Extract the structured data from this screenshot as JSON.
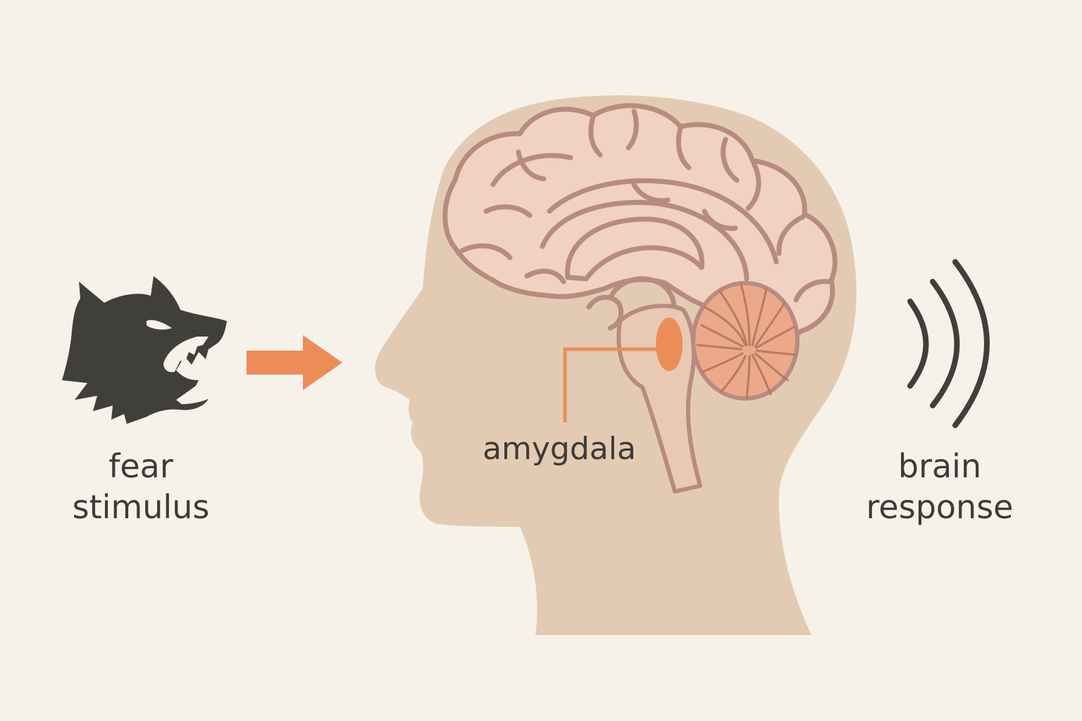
{
  "colors": {
    "background": "#f6f2ea",
    "head_fill": "#e3cbb3",
    "brain_fill": "#f1d1c0",
    "brain_outline": "#b88b80",
    "cerebellum_fill": "#eba989",
    "accent_orange": "#ec8d58",
    "dark_icon": "#403f3b",
    "text": "#3d3b38"
  },
  "icons": {
    "stimulus": "wolf-head-icon",
    "arrow": "arrow-right-icon",
    "response": "signal-waves-icon"
  },
  "labels": {
    "stimulus_line1": "fear",
    "stimulus_line2": "stimulus",
    "amygdala": "amygdala",
    "response_line1": "brain",
    "response_line2": "response"
  }
}
